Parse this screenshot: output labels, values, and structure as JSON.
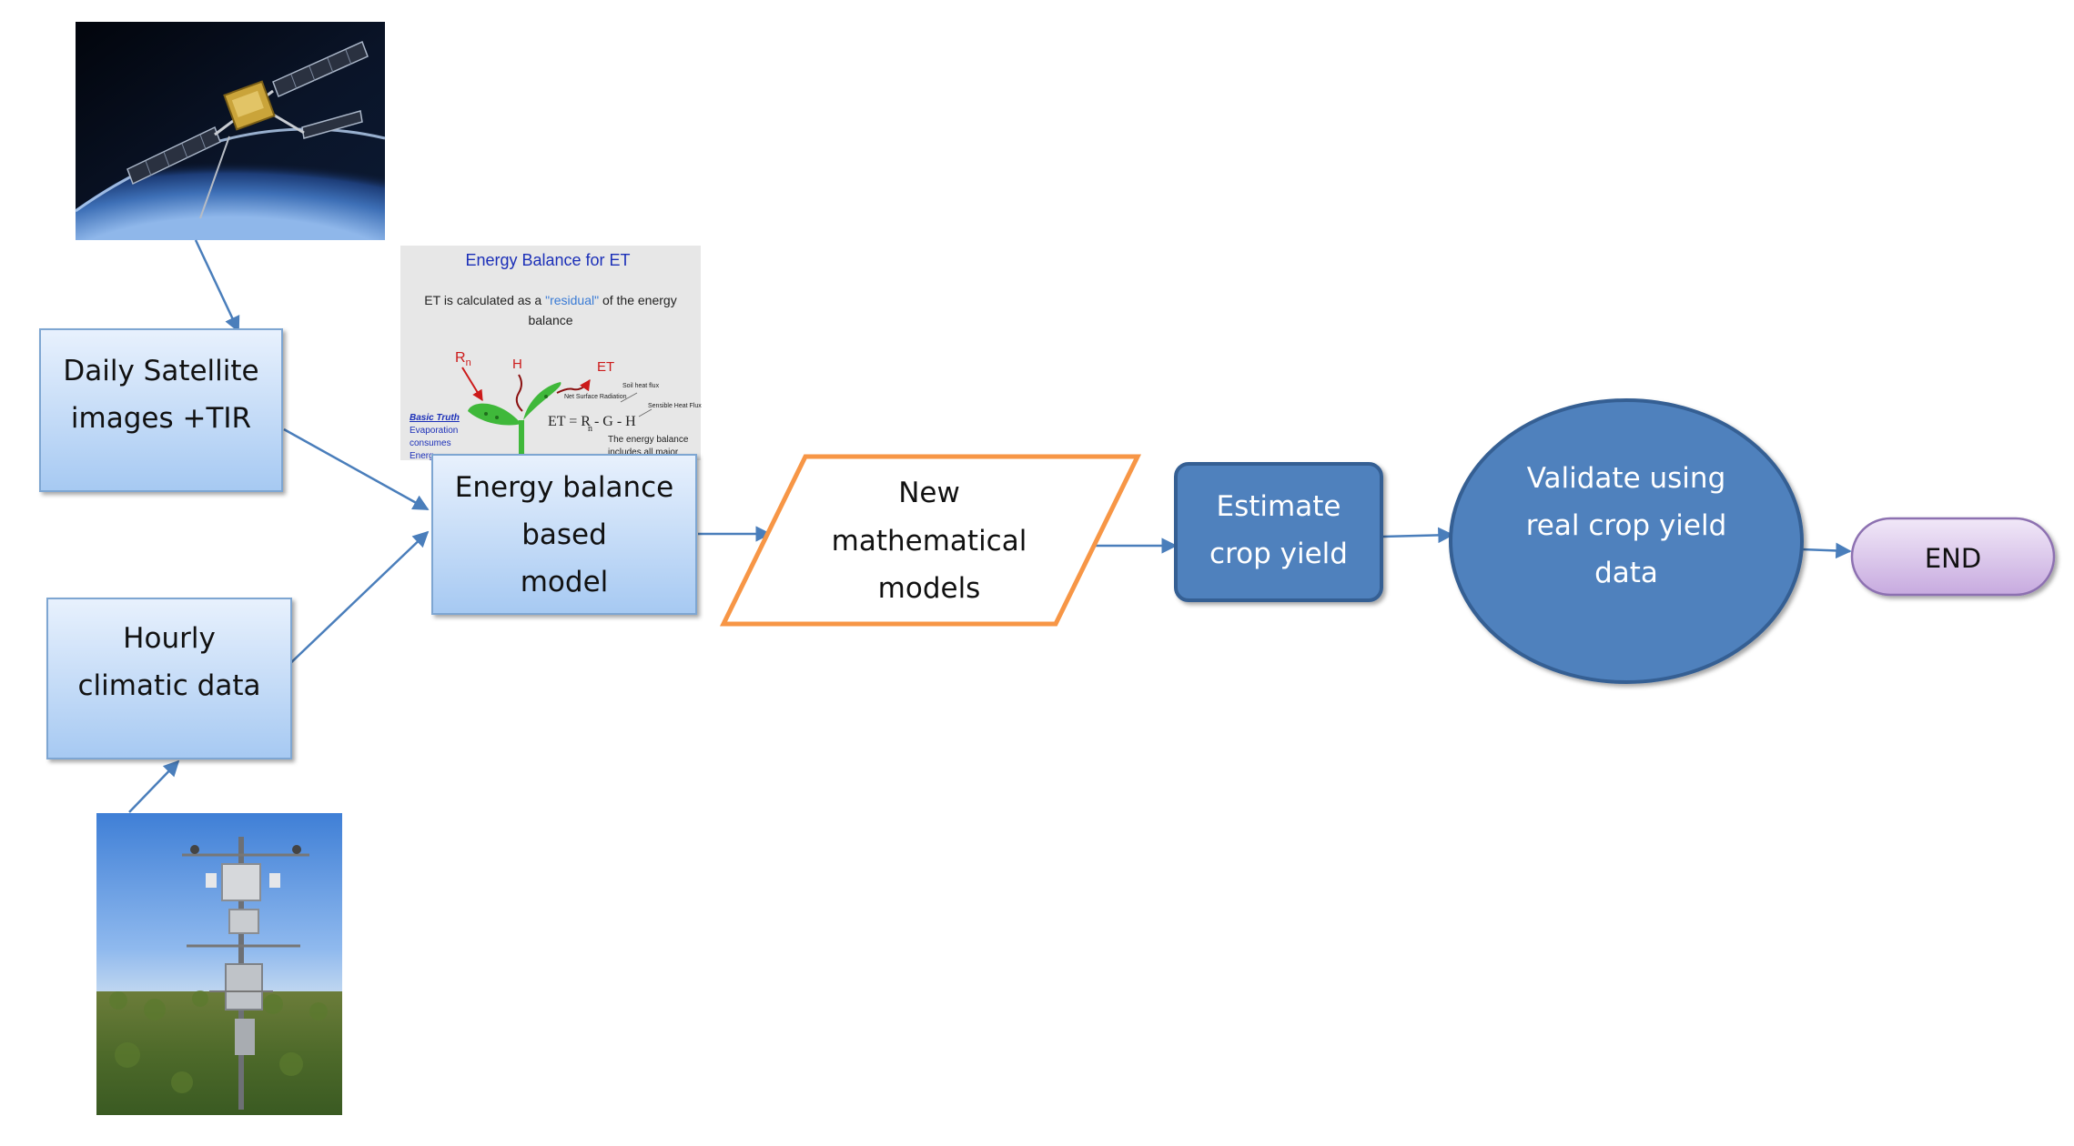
{
  "nodes": {
    "daily_satellite": {
      "line1": "Daily Satellite",
      "line2": "images +TIR"
    },
    "hourly_climatic": {
      "line1": "Hourly",
      "line2": "climatic data"
    },
    "energy_balance": {
      "line1": "Energy balance",
      "line2": "based",
      "line3": "model"
    },
    "new_models": {
      "line1": "New",
      "line2": "mathematical",
      "line3": "models"
    },
    "estimate": {
      "line1": "Estimate",
      "line2": "crop yield"
    },
    "validate": {
      "line1": "Validate using",
      "line2": "real crop yield",
      "line3": "data"
    },
    "end": {
      "label": "END"
    }
  },
  "slide_inset": {
    "title": "Energy Balance for ET",
    "subtitle_pre": "ET is calculated as a ",
    "subtitle_highlight": "\"residual\"",
    "subtitle_post": " of the energy",
    "subtitle_line2": "balance",
    "rn_label": "R",
    "rn_sub": "n",
    "h_label": "H",
    "et_label": "ET",
    "net_surface_radiation": "Net Surface Radiation",
    "soil_heat_flux": "Soil heat flux",
    "sensible_heat_flux": "Sensible Heat Flux",
    "equation": "ET = R  - G  -  H",
    "equation_sub": "n",
    "basic_truth": "Basic Truth",
    "evap_line1": "Evaporation",
    "evap_line2": "consumes",
    "evap_line3": "Energ",
    "balance_line1": "The energy balance",
    "balance_line2": "includes all major"
  },
  "colors": {
    "light_box_top": "#e6f0fd",
    "light_box_bottom": "#a8cbf3",
    "light_box_border": "#7ea6d2",
    "dark_blue_fill": "#4f81bd",
    "dark_blue_border": "#3a6aa3",
    "parallelogram_border": "#f79646",
    "end_top": "#efe6f6",
    "end_bottom": "#c9aee0",
    "end_border": "#8d71b1",
    "connector": "#4a7ebb",
    "slide_bg": "#e7e7e7",
    "slide_title": "#1b2fb8",
    "plant_green": "#3fb83a",
    "flux_red": "#cc1a1a"
  }
}
